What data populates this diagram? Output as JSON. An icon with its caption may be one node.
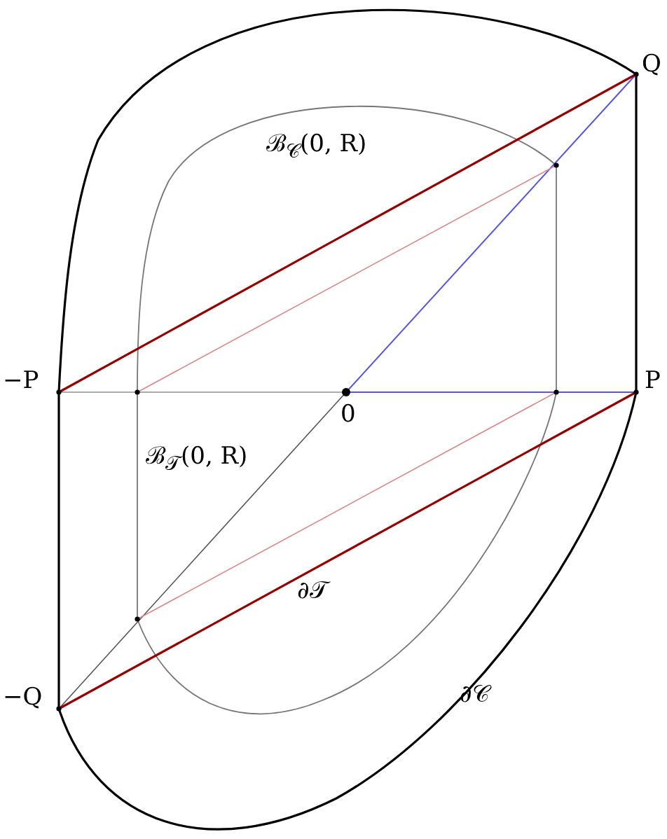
{
  "diagram": {
    "labels": [
      "Q",
      "ℬ$_{𝒞}$(0, R)",
      "−P",
      "P",
      "0",
      "ℬ$_{𝒯}$(0, R)",
      "∂𝒯",
      "−Q",
      "∂𝒞"
    ]
  }
}
